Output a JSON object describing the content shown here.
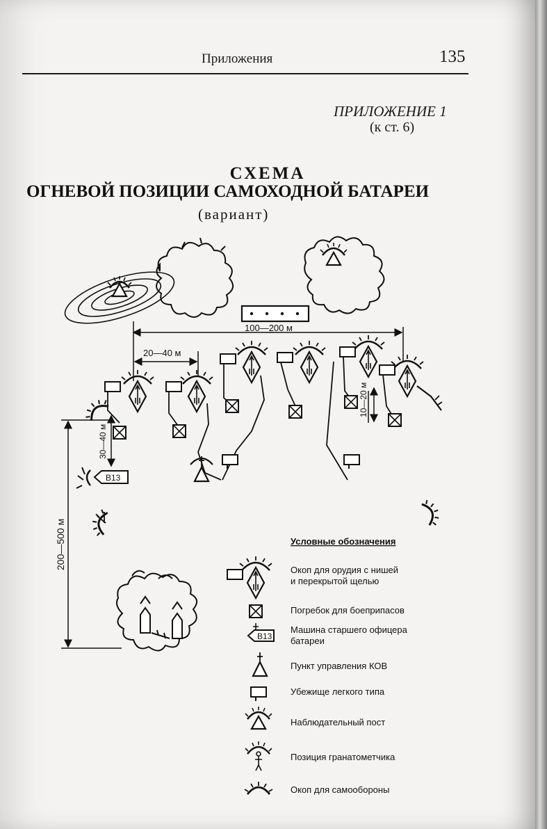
{
  "header": {
    "running_head": "Приложения",
    "page_number": "135"
  },
  "appendix": {
    "title": "ПРИЛОЖЕНИЕ 1",
    "reference": "(к ст. 6)"
  },
  "scheme": {
    "title_line1": "СХЕМА",
    "title_line2": "ОГНЕВОЙ ПОЗИЦИИ САМОХОДНОЙ БАТАРЕИ",
    "subtitle": "(вариант)"
  },
  "dimensions": {
    "d1": "100—200 м",
    "d2": "20—40 м",
    "d3": "10—20 м",
    "d4": "30—40 м",
    "d5": "200—500 м"
  },
  "vehicle_code": "В13",
  "legend": {
    "heading": "Условные обозначения",
    "items": [
      {
        "icon": "gun-trench-icon",
        "label": "Окоп для орудия с нишей и перекрытой щелью"
      },
      {
        "icon": "ammo-cellar-icon",
        "label": "Погребок для боеприпасов"
      },
      {
        "icon": "senior-officer-vehicle-icon",
        "label": "Машина старшего офицера батареи"
      },
      {
        "icon": "kov-control-point-icon",
        "label": "Пункт управления КОВ"
      },
      {
        "icon": "light-shelter-icon",
        "label": "Убежище легкого типа"
      },
      {
        "icon": "observation-post-icon",
        "label": "Наблюдательный пост"
      },
      {
        "icon": "grenadier-position-icon",
        "label": "Позиция гранатометчика"
      },
      {
        "icon": "self-defense-trench-icon",
        "label": "Окоп для самообороны"
      }
    ]
  }
}
